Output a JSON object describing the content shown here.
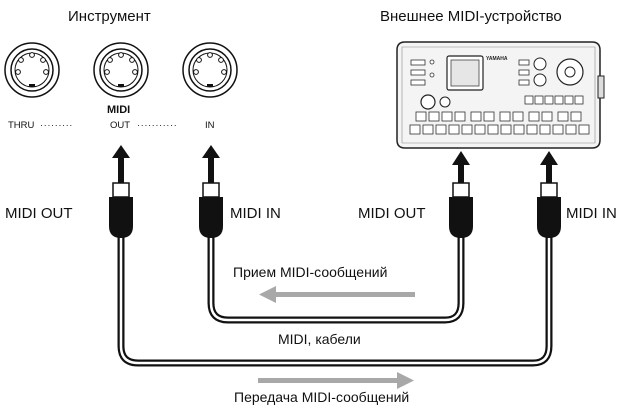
{
  "instrument_title": "Инструмент",
  "device_title": "Внешнее MIDI-устройство",
  "midi_word": "MIDI",
  "ports": {
    "thru": "THRU",
    "out": "OUT",
    "in": "IN"
  },
  "dots_1": "·········",
  "dots_2": "···········",
  "cable_labels": [
    "MIDI OUT",
    "MIDI IN",
    "MIDI OUT",
    "MIDI IN"
  ],
  "receive_label": "Прием MIDI-сообщений",
  "cables_label": "MIDI, кабели",
  "transmit_label": "Передача MIDI-сообщений",
  "device_brand": "YAMAHA"
}
